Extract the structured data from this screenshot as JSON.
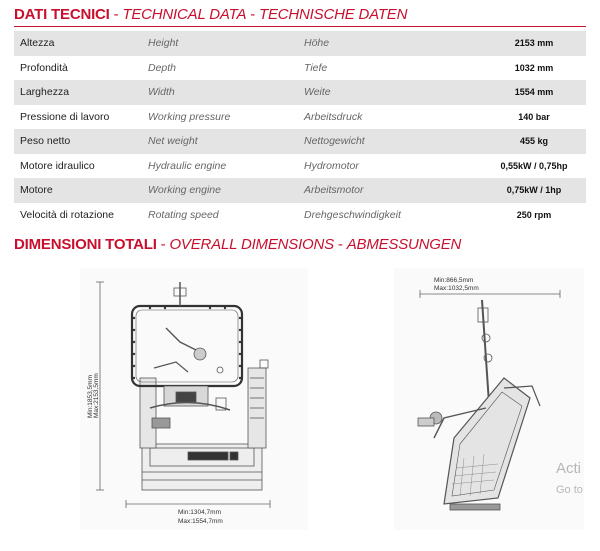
{
  "technical": {
    "title_it": "DATI TECNICI",
    "title_en": "TECHNICAL DATA",
    "title_de": "TECHNISCHE DATEN",
    "separator": " - ",
    "rows": [
      {
        "it": "Altezza",
        "en": "Height",
        "de": "Höhe",
        "value": "2153 mm"
      },
      {
        "it": "Profondità",
        "en": "Depth",
        "de": "Tiefe",
        "value": "1032 mm"
      },
      {
        "it": "Larghezza",
        "en": "Width",
        "de": "Weite",
        "value": "1554 mm"
      },
      {
        "it": "Pressione di lavoro",
        "en": "Working pressure",
        "de": "Arbeitsdruck",
        "value": "140 bar"
      },
      {
        "it": "Peso netto",
        "en": "Net weight",
        "de": "Nettogewicht",
        "value": "455 kg"
      },
      {
        "it": "Motore idraulico",
        "en": "Hydraulic engine",
        "de": "Hydromotor",
        "value": "0,55kW / 0,75hp"
      },
      {
        "it": "Motore",
        "en": "Working engine",
        "de": "Arbeitsmotor",
        "value": "0,75kW / 1hp"
      },
      {
        "it": "Velocità di rotazione",
        "en": "Rotating speed",
        "de": "Drehgeschwindigkeit",
        "value": "250 rpm"
      }
    ]
  },
  "dimensions": {
    "title_it": "DIMENSIONI TOTALI",
    "title_en": "OVERALL DIMENSIONS",
    "title_de": "ABMESSUNGEN",
    "separator": " - ",
    "front": {
      "height_min": "Min:1853,5mm",
      "height_max": "Max:2153,5mm",
      "width_min": "Min:1304,7mm",
      "width_max": "Max:1554,7mm"
    },
    "side": {
      "depth_min": "Min:866,5mm",
      "depth_max": "Max:1032,5mm"
    }
  },
  "watermark": {
    "line1": "Acti",
    "line2": "Go to"
  }
}
